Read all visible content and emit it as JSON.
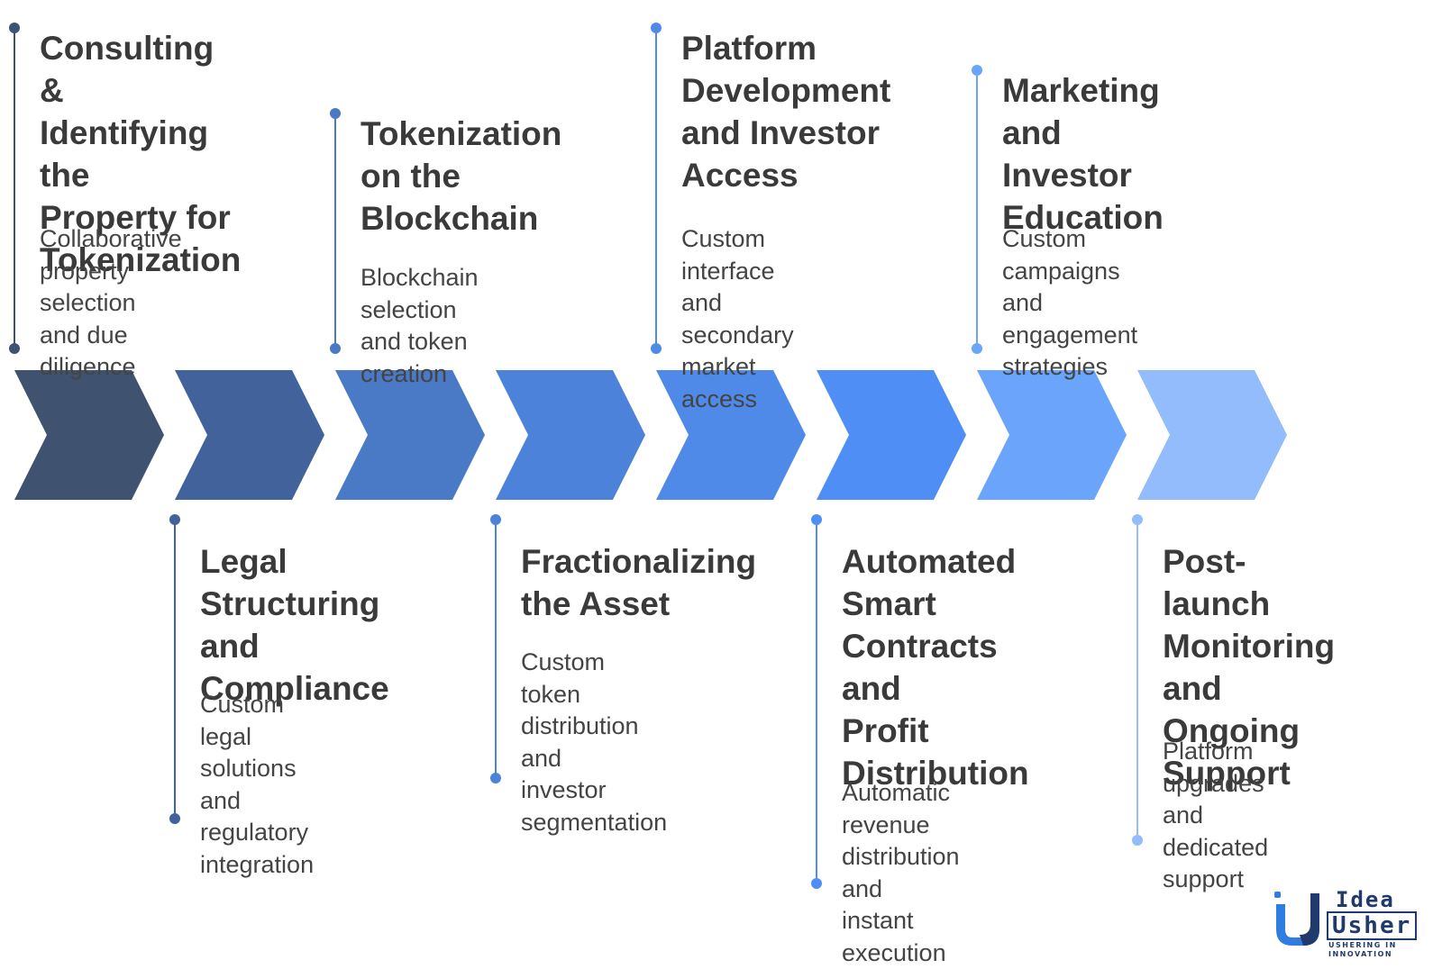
{
  "colors": {
    "chevrons": [
      "#3f526f",
      "#41629a",
      "#4a79c6",
      "#4c82d9",
      "#4f8ae8",
      "#4f8ff5",
      "#6aa4fb",
      "#93bcfc"
    ],
    "lines": [
      "#3f526f",
      "#41629a",
      "#4a79c6",
      "#4c82d9",
      "#4f8ae8",
      "#4f8ff5",
      "#6aa4fb",
      "#93bcfc"
    ]
  },
  "steps": [
    {
      "title": "Consulting &\nIdentifying the\nProperty for\nTokenization",
      "desc": "Collaborative\nproperty selection\nand due diligence"
    },
    {
      "title": "Legal\nStructuring and\nCompliance",
      "desc": "Custom legal\nsolutions and\nregulatory\nintegration"
    },
    {
      "title": "Tokenization\non the\nBlockchain",
      "desc": "Blockchain selection\nand token creation"
    },
    {
      "title": "Fractionalizing\nthe Asset",
      "desc": "Custom token\ndistribution and\ninvestor\nsegmentation"
    },
    {
      "title": "Platform\nDevelopment\nand Investor\nAccess",
      "desc": "Custom interface\nand secondary\nmarket access"
    },
    {
      "title": "Automated\nSmart\nContracts and\nProfit\nDistribution",
      "desc": "Automatic revenue\ndistribution and\ninstant execution"
    },
    {
      "title": "Marketing and\nInvestor\nEducation",
      "desc": "Custom campaigns\nand engagement\nstrategies"
    },
    {
      "title": "Post-launch\nMonitoring and\nOngoing\nSupport",
      "desc": "Platform upgrades\nand dedicated\nsupport"
    }
  ],
  "logo": {
    "line1": "Idea",
    "line2": "Usher",
    "tagline": "USHERING IN INNOVATION",
    "color": "#203a6b",
    "accent": "#2f7de1",
    "icon": "idea-usher-u-icon"
  }
}
